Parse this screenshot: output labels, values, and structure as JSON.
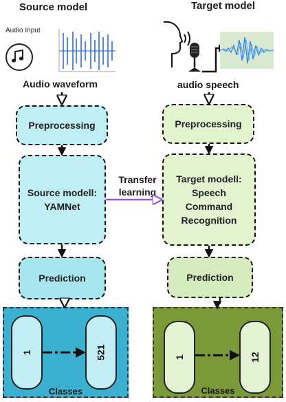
{
  "source": {
    "header": "Source model",
    "audio_input_label": "Audio Input",
    "input_caption": "Audio waveform",
    "preprocessing": "Preprocessing",
    "model_line1": "Source modell:",
    "model_line2": "YAMNet",
    "prediction": "Prediction",
    "class_first": "1",
    "class_last": "521",
    "classes_label": "Classes"
  },
  "target": {
    "header": "Target model",
    "input_caption": "audio speech",
    "preprocessing": "Preprocessing",
    "model_line1": "Target modell:",
    "model_line2": "Speech",
    "model_line3": "Command",
    "model_line4": "Recognition",
    "prediction": "Prediction",
    "class_first": "1",
    "class_last": "12",
    "classes_label": "Classes"
  },
  "transfer": {
    "line1": "Transfer",
    "line2": "learning"
  },
  "colors": {
    "source_panel": "#3bb0d0",
    "target_panel": "#7a9a3a",
    "transfer_arrow": "#9b59d0"
  }
}
